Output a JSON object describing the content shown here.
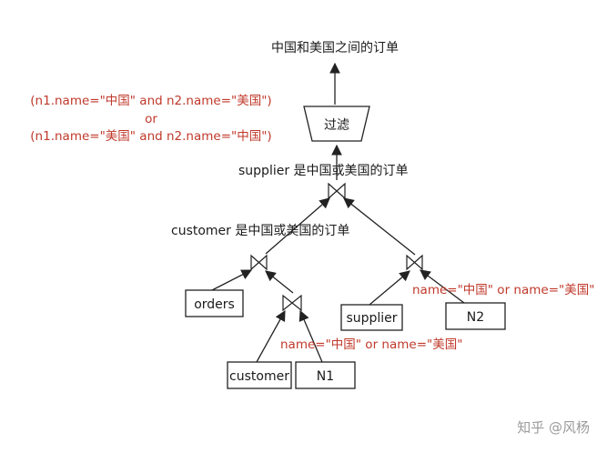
{
  "top_label": "中国和美国之间的订单",
  "filter_condition": {
    "line1": "(n1.name=\"中国\" and n2.name=\"美国\")",
    "line2": "or",
    "line3": "(n1.name=\"美国\" and n2.name=\"中国\")"
  },
  "filter_box_label": "过滤",
  "supplier_join_label": "supplier 是中国或美国的订单",
  "customer_join_label": "customer 是中国或美国的订单",
  "nodes": {
    "orders": "orders",
    "supplier": "supplier",
    "n2": "N2",
    "customer": "customer",
    "n1": "N1"
  },
  "n2_condition": "name=\"中国\" or name=\"美国\"",
  "n1_condition": "name=\"中国\" or name=\"美国\"",
  "watermark": "知乎 @风杨"
}
